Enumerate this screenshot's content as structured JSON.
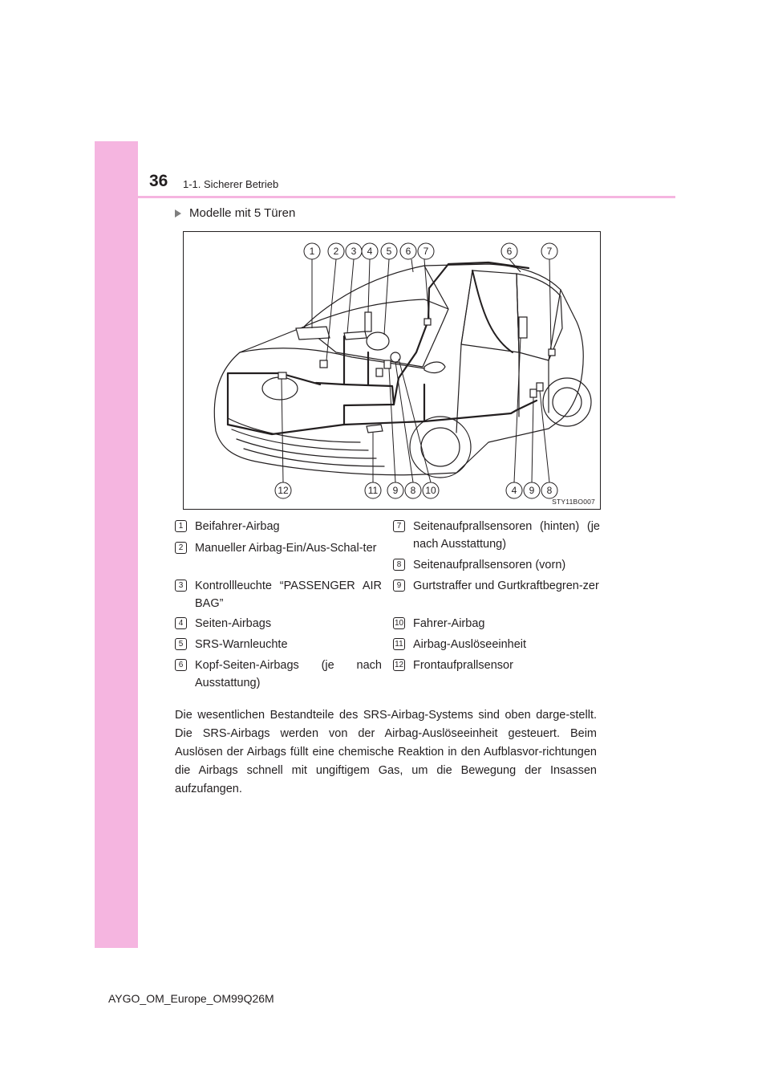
{
  "header": {
    "page_number": "36",
    "section": "1-1. Sicherer Betrieb"
  },
  "subheading": "Modelle mit 5 Türen",
  "figure": {
    "image_code": "STY11BO007",
    "top_callouts": [
      "1",
      "2",
      "3",
      "4",
      "5",
      "6",
      "7",
      "6",
      "7"
    ],
    "bottom_callouts": [
      "12",
      "11",
      "9",
      "8",
      "10",
      "4",
      "9",
      "8"
    ]
  },
  "legend": [
    {
      "num": "1",
      "label": "Beifahrer-Airbag"
    },
    {
      "num": "2",
      "label": "Manueller Airbag-Ein/Aus-Schal-ter"
    },
    {
      "num": "3",
      "label": "Kontrollleuchte “PASSENGER AIR BAG”"
    },
    {
      "num": "4",
      "label": "Seiten-Airbags"
    },
    {
      "num": "5",
      "label": "SRS-Warnleuchte"
    },
    {
      "num": "6",
      "label": "Kopf-Seiten-Airbags (je nach Ausstattung)"
    },
    {
      "num": "7",
      "label": "Seitenaufprallsensoren (hinten) (je nach Ausstattung)"
    },
    {
      "num": "8",
      "label": "Seitenaufprallsensoren (vorn)"
    },
    {
      "num": "9",
      "label": "Gurtstraffer und Gurtkraftbegren-zer"
    },
    {
      "num": "10",
      "label": "Fahrer-Airbag"
    },
    {
      "num": "11",
      "label": "Airbag-Auslöseeinheit"
    },
    {
      "num": "12",
      "label": "Frontaufprallsensor"
    }
  ],
  "body_text": "Die wesentlichen Bestandteile des SRS-Airbag-Systems sind oben darge-stellt. Die SRS-Airbags werden von der Airbag-Auslöseeinheit gesteuert. Beim Auslösen der Airbags füllt eine chemische Reaktion in den Aufblasvor-richtungen die Airbags schnell mit ungiftigem Gas, um die Bewegung der Insassen aufzufangen.",
  "footer": "AYGO_OM_Europe_OM99Q26M"
}
